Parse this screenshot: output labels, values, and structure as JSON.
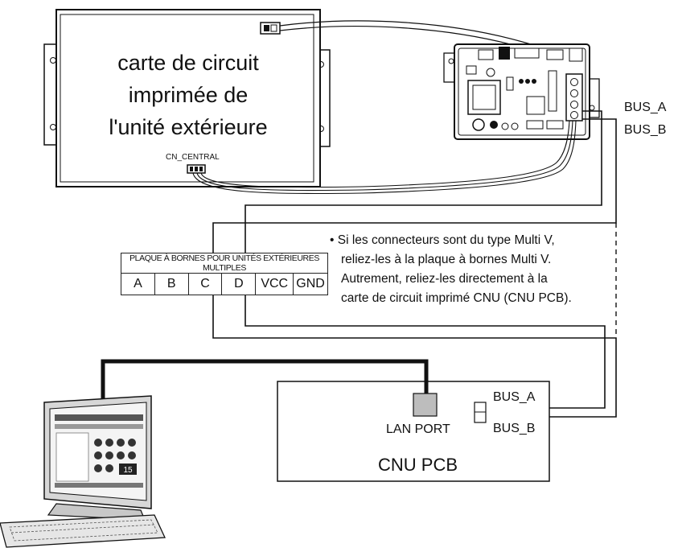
{
  "outdoor_pcb_label": [
    "carte de circuit",
    "imprimée de",
    "l'unité extérieure"
  ],
  "cn_central_label": "CN_CENTRAL",
  "outdoor_bus_a_label": "BUS_A",
  "outdoor_bus_b_label": "BUS_B",
  "terminal_plate": {
    "header": "PLAQUE À BORNES POUR UNITÉS EXTÉRIEURES MULTIPLES",
    "terminals": [
      "A",
      "B",
      "C",
      "D",
      "VCC",
      "GND"
    ]
  },
  "note_lines": [
    "• Si les connecteurs sont du type Multi V,",
    "reliez-les à la plaque à bornes Multi V.",
    "Autrement, reliez-les directement à la",
    "carte de circuit imprimé CNU (CNU PCB)."
  ],
  "cnu_pcb": {
    "title": "CNU PCB",
    "lan_port_label": "LAN PORT",
    "bus_a_label": "BUS_A",
    "bus_b_label": "BUS_B"
  },
  "computer_screen": {
    "value_readout": "15"
  },
  "colors": {
    "line": "#111111",
    "panel": "#ffffff",
    "gray_port": "#bdbdbd"
  }
}
